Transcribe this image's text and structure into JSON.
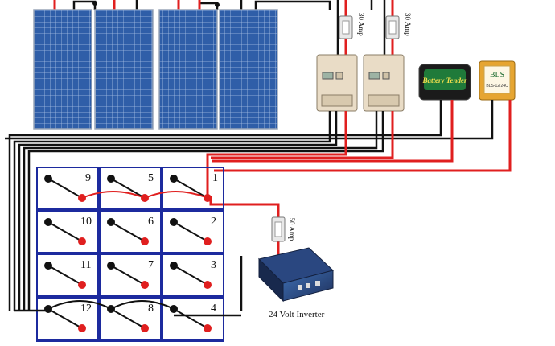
{
  "fuses": {
    "controller_fuse_label": "30 Amp",
    "inverter_fuse_label": "150 Amp"
  },
  "charger": {
    "brand": "Battery Tender"
  },
  "isolator": {
    "brand": "BLS",
    "model": "BLS-12/24C"
  },
  "inverter": {
    "caption": "24 Volt Inverter"
  },
  "batteries": {
    "labels": [
      "1",
      "2",
      "3",
      "4",
      "5",
      "6",
      "7",
      "8",
      "9",
      "10",
      "11",
      "12"
    ]
  },
  "colors": {
    "positive_wire": "#e01f1f",
    "negative_wire": "#111111",
    "battery_outline": "#1c2a9e",
    "panel_cell": "#2f5ea8"
  }
}
